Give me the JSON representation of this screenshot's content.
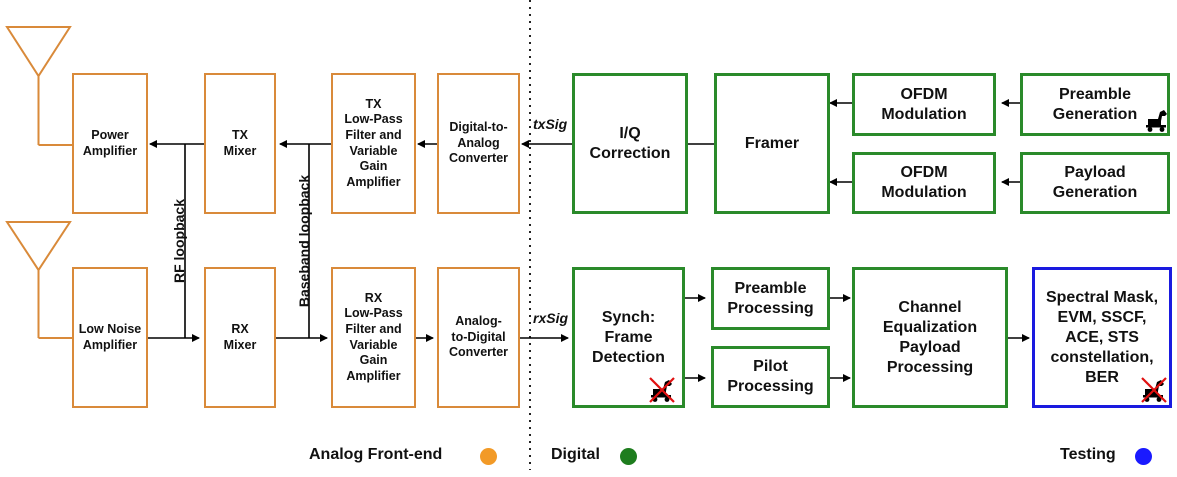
{
  "colors": {
    "analog": "#f29a27",
    "digital": "#1e7d1e",
    "testing": "#1a1aff",
    "analog_border": "#d98a3a",
    "digital_border": "#2a8a2a",
    "testing_border": "#1a1adf"
  },
  "blocks": {
    "power_amplifier": "Power\nAmplifier",
    "tx_mixer": "TX\nMixer",
    "tx_lpf": "TX\nLow-Pass\nFilter and\nVariable\nGain\nAmplifier",
    "dac": "Digital-to-\nAnalog\nConverter",
    "lna": "Low Noise\nAmplifier",
    "rx_mixer": "RX\nMixer",
    "rx_lpf": "RX\nLow-Pass\nFilter and\nVariable\nGain\nAmplifier",
    "adc": "Analog-\nto-Digital\nConverter",
    "iq_correction": "I/Q\nCorrection",
    "framer": "Framer",
    "ofdm_mod_1": "OFDM\nModulation",
    "ofdm_mod_2": "OFDM\nModulation",
    "preamble_generation": "Preamble\nGeneration",
    "payload_generation": "Payload\nGeneration",
    "synch": "Synch:\nFrame\nDetection",
    "preamble_processing": "Preamble\nProcessing",
    "pilot_processing": "Pilot\nProcessing",
    "channel_eq": "Channel\nEqualization\nPayload\nProcessing",
    "testing_block": "Spectral Mask,\nEVM, SSCF,\nACE, STS\nconstellation,\nBER"
  },
  "labels": {
    "rf_loopback": "RF loopback",
    "baseband_loopback": "Baseband loopback",
    "tx_sig": "txSig",
    "rx_sig": "rxSig"
  },
  "legend": {
    "analog": "Analog Front-end",
    "digital": "Digital",
    "testing": "Testing"
  },
  "icons": {
    "trojan_active": "trojan-horse-icon",
    "trojan_blocked": "trojan-horse-crossed-icon"
  }
}
